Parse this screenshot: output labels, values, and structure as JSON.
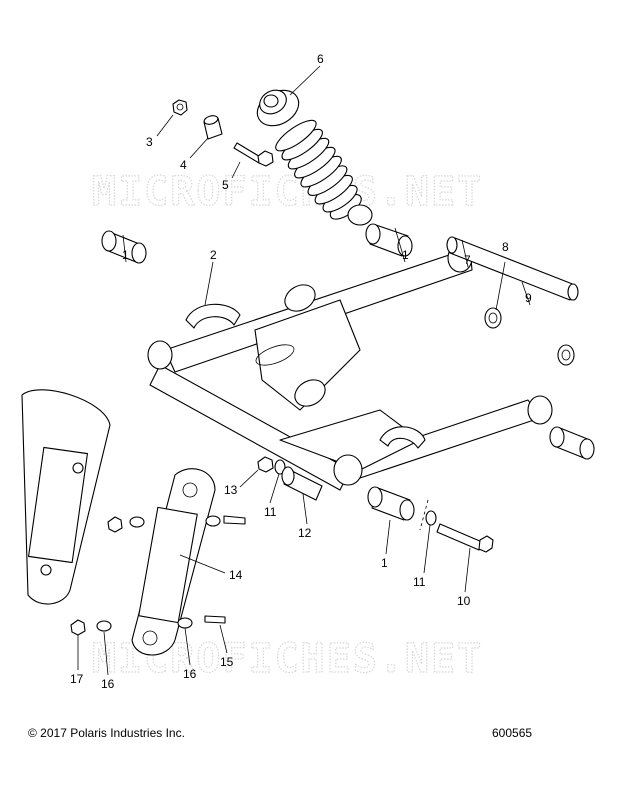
{
  "watermark": "MICROFICHES.NET",
  "callouts": [
    "6",
    "3",
    "4",
    "5",
    "1",
    "2",
    "1",
    "8",
    "7",
    "9",
    "13",
    "11",
    "12",
    "1",
    "11",
    "10",
    "14",
    "17",
    "16",
    "16",
    "15"
  ],
  "footer": {
    "copyright": "© 2017 Polaris Industries Inc.",
    "doc_number": "600565"
  }
}
